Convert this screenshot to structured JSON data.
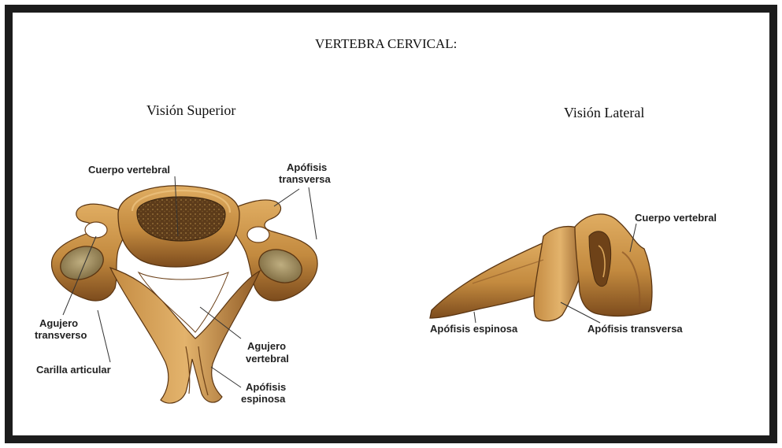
{
  "title": "VERTEBRA CERVICAL:",
  "superior": {
    "heading": "Visión Superior",
    "labels": {
      "cuerpo_vertebral": "Cuerpo vertebral",
      "apofisis_transversa_1": "Apófisis",
      "apofisis_transversa_2": "transversa",
      "agujero_transverso_1": "Agujero",
      "agujero_transverso_2": "transverso",
      "carilla_articular": "Carilla articular",
      "agujero_vertebral_1": "Agujero",
      "agujero_vertebral_2": "vertebral",
      "apofisis_espinosa_1": "Apófisis",
      "apofisis_espinosa_2": "espinosa"
    }
  },
  "lateral": {
    "heading": "Visión Lateral",
    "labels": {
      "cuerpo_vertebral": "Cuerpo vertebral",
      "apofisis_espinosa": "Apófisis espinosa",
      "apofisis_transversa": "Apófisis transversa"
    }
  },
  "colors": {
    "frame": "#1c1c1c",
    "bone_light": "#d9a55a",
    "bone_mid": "#b57a33",
    "bone_dark": "#6e4218",
    "body_center": "#5a3a1c",
    "facet": "#9c8a5e"
  }
}
